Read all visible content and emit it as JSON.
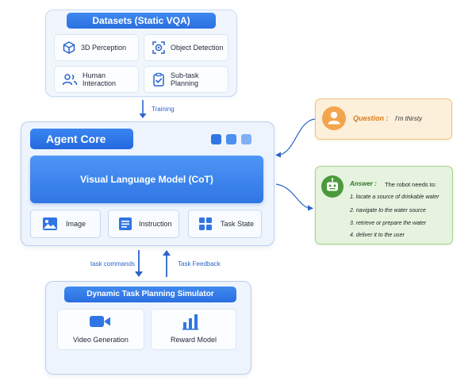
{
  "datasets": {
    "title": "Datasets (Static VQA)",
    "items": [
      {
        "label": "3D Perception",
        "icon": "cube-icon"
      },
      {
        "label": "Object Detection",
        "icon": "target-icon"
      },
      {
        "label": "Human Interaction",
        "icon": "people-icon"
      },
      {
        "label": "Sub-task Planning",
        "icon": "clipboard-check-icon"
      }
    ]
  },
  "training_label": "Training",
  "agent_core": {
    "title": "Agent Core",
    "vlm_label": "Visual Language Model (CoT)",
    "inputs": [
      {
        "label": "Image",
        "icon": "image-icon"
      },
      {
        "label": "Instruction",
        "icon": "document-icon"
      },
      {
        "label": "Task State",
        "icon": "grid-icon"
      }
    ]
  },
  "question": {
    "label": "Question :",
    "text": "I'm thirsty",
    "icon": "person-icon"
  },
  "answer": {
    "label": "Answer :",
    "intro": "The robot needs to:",
    "icon": "robot-icon",
    "steps": [
      "1.  locate a source of drinkable water",
      "2.  navigate to the water source",
      "3.  retrieve or prepare the water",
      "4.  deliver it to the user"
    ]
  },
  "task_commands_label": "task commands",
  "task_feedback_label": "Task Feedback",
  "simulator": {
    "title": "Dynamic Task Planning Simulator",
    "items": [
      {
        "label": "Video Generation",
        "icon": "video-camera-icon"
      },
      {
        "label": "Reward Model",
        "icon": "bar-chart-icon"
      }
    ]
  },
  "colors": {
    "accent_blue": "#2f76e4",
    "question_orange": "#f0a348",
    "answer_green": "#4a9a3c"
  }
}
